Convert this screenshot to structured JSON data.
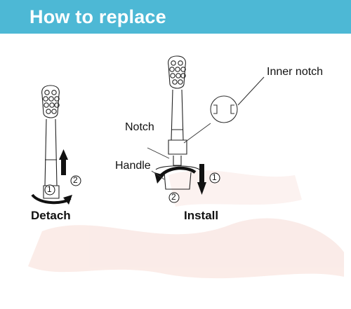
{
  "header": {
    "title": "How to replace"
  },
  "labels": {
    "detach": "Detach",
    "install": "Install",
    "notch": "Notch",
    "handle": "Handle",
    "inner_notch": "Inner notch"
  },
  "steps": {
    "detach_1": "1",
    "detach_2": "2",
    "install_1": "1",
    "install_2": "2"
  },
  "colors": {
    "banner": "#4db8d5",
    "banner_text": "#ffffff",
    "line": "#222222",
    "watermark": "#f7dcd6"
  }
}
